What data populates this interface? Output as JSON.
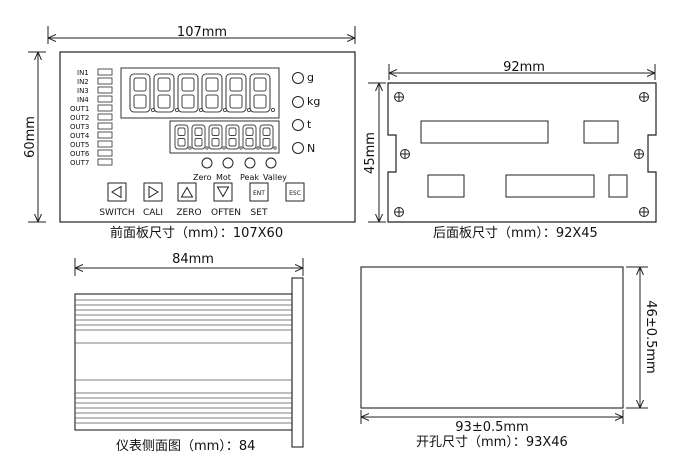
{
  "front": {
    "width_dim": "107mm",
    "height_dim": "60mm",
    "caption": "前面板尺寸（mm）：107X60",
    "inputs": [
      "IN1",
      "IN2",
      "IN3",
      "IN4"
    ],
    "outputs": [
      "OUT1",
      "OUT2",
      "OUT3",
      "OUT4",
      "OUT5",
      "OUT6",
      "OUT7"
    ],
    "units": [
      "g",
      "kg",
      "t",
      "N"
    ],
    "status_labels": [
      "Zero",
      "Mot",
      "Peak",
      "Valley"
    ],
    "buttons": [
      {
        "icon": "◁",
        "label": "SWITCH"
      },
      {
        "icon": "▷",
        "label": "CALI"
      },
      {
        "icon": "△",
        "label": "ZERO"
      },
      {
        "icon": "▽",
        "label": "OFTEN"
      },
      {
        "icon": "ENT",
        "label": "SET"
      },
      {
        "icon": "ESC",
        "label": ""
      }
    ]
  },
  "rear": {
    "width_dim": "92mm",
    "height_dim": "45mm",
    "caption": "后面板尺寸（mm）：92X45"
  },
  "side": {
    "width_dim": "84mm",
    "caption": "仪表侧面图（mm）：84"
  },
  "cutout": {
    "width_dim": "93±0.5mm",
    "height_dim": "46±0.5mm",
    "caption": "开孔尺寸（mm）：93X46"
  }
}
